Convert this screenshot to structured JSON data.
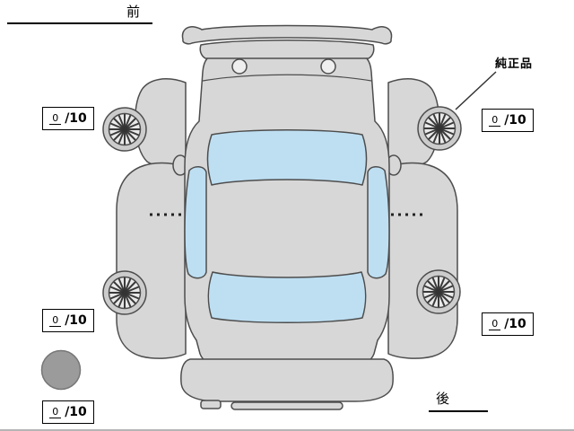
{
  "diagram": {
    "front_label": "前",
    "rear_label": "後",
    "genuine_part_label": "純正品"
  },
  "tires": {
    "front_left": {
      "value": "0",
      "max": "/10"
    },
    "front_right": {
      "value": "0",
      "max": "/10"
    },
    "rear_left": {
      "value": "0",
      "max": "/10"
    },
    "rear_right": {
      "value": "0",
      "max": "/10"
    },
    "spare": {
      "value": "0",
      "max": "/10"
    }
  },
  "colors": {
    "body": "#d7d7d7",
    "window": "#bedff2",
    "tire": "#cccccc",
    "wheel": "#e9e9e9",
    "cowl_circle": "#efefef",
    "spare": "#9b9b9b"
  }
}
